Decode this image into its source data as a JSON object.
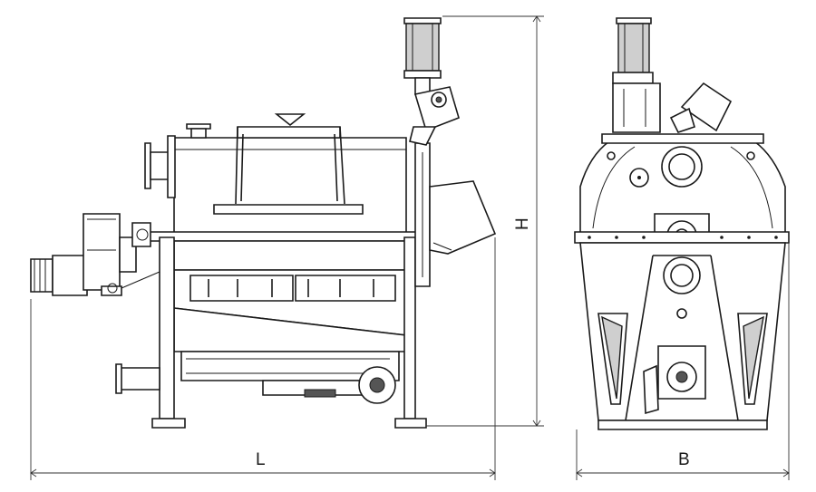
{
  "dimensions": {
    "length_label": "L",
    "height_label": "H",
    "width_label": "B"
  }
}
